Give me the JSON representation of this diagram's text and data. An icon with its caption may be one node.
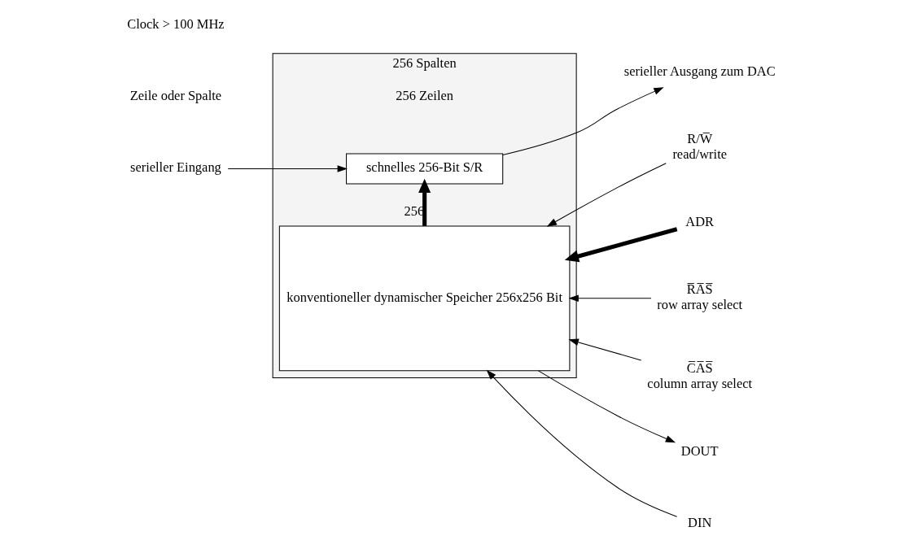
{
  "diagram": {
    "nodes": [
      {
        "text": [
          "256 Spalten"
        ],
        "beside": [
          "256 Zeilen"
        ]
      },
      {
        "text": [
          "konventioneller dynamischer Speicher 256x256 Bit"
        ],
        "in": 0
      },
      {
        "text": [
          "schnelles 256-Bit S/R"
        ],
        "in": 0
      },
      {
        "text": [
          "R/W̅",
          "read/write"
        ]
      },
      {
        "text": [
          "ADR"
        ]
      },
      {
        "text": [
          "R̅A̅S̅",
          "row array select"
        ]
      },
      {
        "text": [
          "C̅A̅S̅",
          "column array select"
        ]
      },
      {
        "text": [
          "DOUT"
        ]
      },
      {
        "text": [
          "DIN"
        ]
      },
      {
        "text": [
          "serieller Eingang"
        ]
      },
      {
        "text": [
          "serieller Ausgang zum DAC"
        ]
      }
    ],
    "edges": [
      {
        "from": 3,
        "to": 1,
        "arrow": "to"
      },
      {
        "from": 4,
        "to": 1,
        "arrow": "to",
        "style": "thick"
      },
      {
        "from": 5,
        "to": 1,
        "arrow": "to"
      },
      {
        "from": 6,
        "to": 1,
        "arrow": "to"
      },
      {
        "from": 1,
        "to": 7,
        "arrow": "to"
      },
      {
        "from": 8,
        "to": 1,
        "arrow": "to"
      },
      {
        "from": 1,
        "to": 2,
        "arrow": "to",
        "style": "thick",
        "label": "256"
      },
      {
        "from": 9,
        "to": 2,
        "arrow": "to"
      },
      {
        "from": 2,
        "to": 10,
        "arrow": "to"
      }
    ],
    "labels": [
      "Zeile oder Spalte",
      "Clock > 100 MHz"
    ]
  }
}
